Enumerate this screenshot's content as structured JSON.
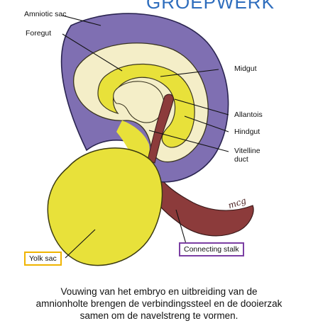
{
  "slide": {
    "title": "GROEPWERK"
  },
  "colors": {
    "amniotic_purple": "#7f6fb2",
    "inner_cream": "#f4eec8",
    "yellow": "#e8e13a",
    "stalk_red": "#8c3b3b",
    "yolk_box_border": "#f0b400",
    "stalk_box_border": "#7b3fa3"
  },
  "labels": {
    "amniotic_sac": "Amniotic sac",
    "foregut": "Foregut",
    "midgut": "Midgut",
    "allantois": "Allantois",
    "hindgut": "Hindgut",
    "vitelline_line1": "Vitelline",
    "vitelline_line2": "duct",
    "yolk_sac": "Yolk sac",
    "connecting_stalk": "Connecting stalk",
    "signature": "mcg"
  },
  "caption": {
    "line1": "Vouwing van het embryo en uitbreiding van de",
    "line2": "amnionholte brengen de verbindingssteel en de dooierzak",
    "line3": "samen om de navelstreng te vormen."
  }
}
